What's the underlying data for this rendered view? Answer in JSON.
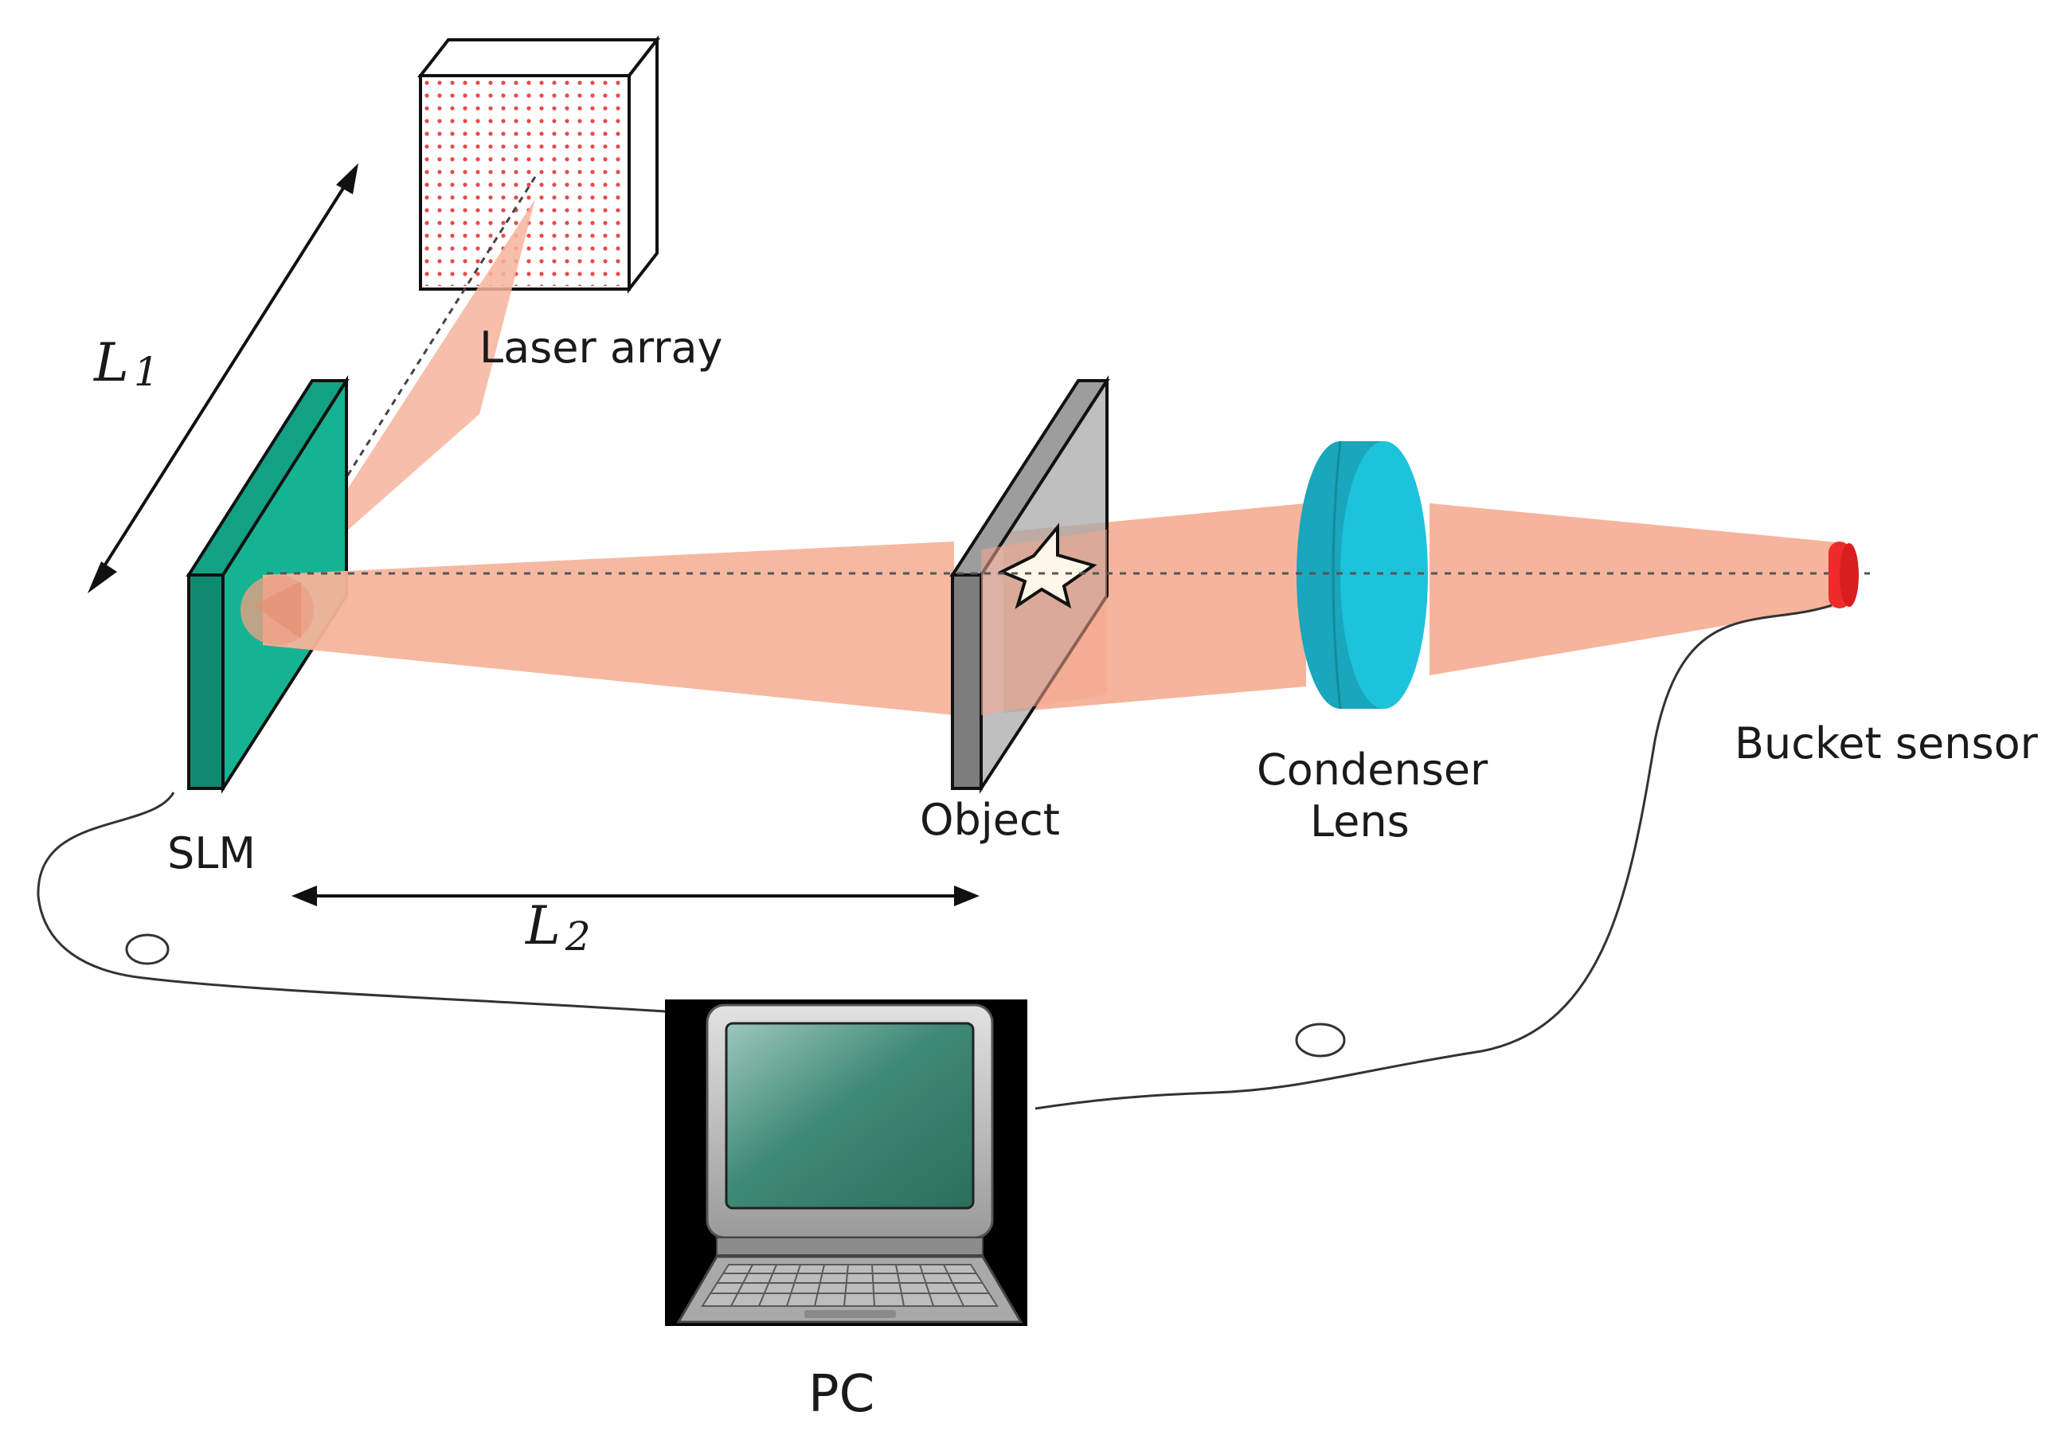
{
  "labels": {
    "laser_array": "Laser array",
    "slm": "SLM",
    "object": "Object",
    "condenser_line1": "Condenser",
    "condenser_line2": "Lens",
    "bucket_sensor": "Bucket sensor",
    "pc": "PC",
    "l1_letter": "L",
    "l1_sub": "1",
    "l2_letter": "L",
    "l2_sub": "2"
  },
  "colors": {
    "beam": "#f6b49c",
    "slm_face": "#16b392",
    "slm_side": "#0f8a70",
    "object_face": "#a9a9a9",
    "object_side": "#7d7d7d",
    "lens_front": "#1dc3da",
    "lens_back": "#1aa6bc",
    "sensor": "#ee2b2b",
    "laser_dots": "#e84a4a",
    "screen": "#2f7a66"
  },
  "icons": {
    "object_mask": "star-icon",
    "pc": "laptop-icon"
  }
}
